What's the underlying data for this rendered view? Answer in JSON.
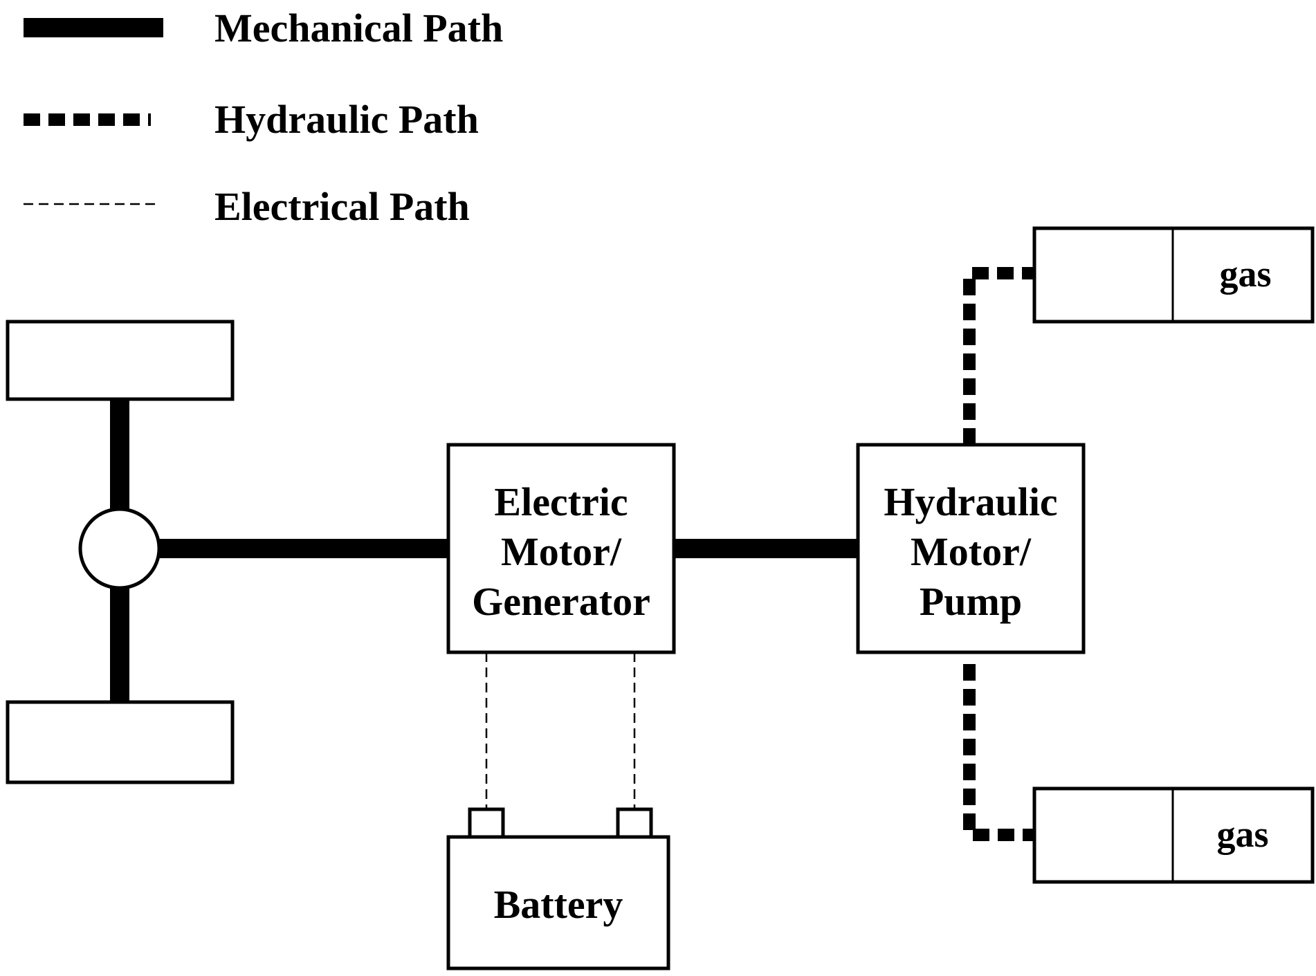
{
  "legend": {
    "mechanical": "Mechanical Path",
    "hydraulic": "Hydraulic Path",
    "electrical": "Electrical Path"
  },
  "components": {
    "electric_motor": [
      "Electric",
      "Motor/",
      "Generator"
    ],
    "hydraulic_motor": [
      "Hydraulic",
      "Motor/",
      "Pump"
    ],
    "battery": "Battery",
    "accumulator_top_gas": "gas",
    "accumulator_bottom_gas": "gas"
  },
  "colors": {
    "line": "#000000",
    "background": "#ffffff"
  }
}
